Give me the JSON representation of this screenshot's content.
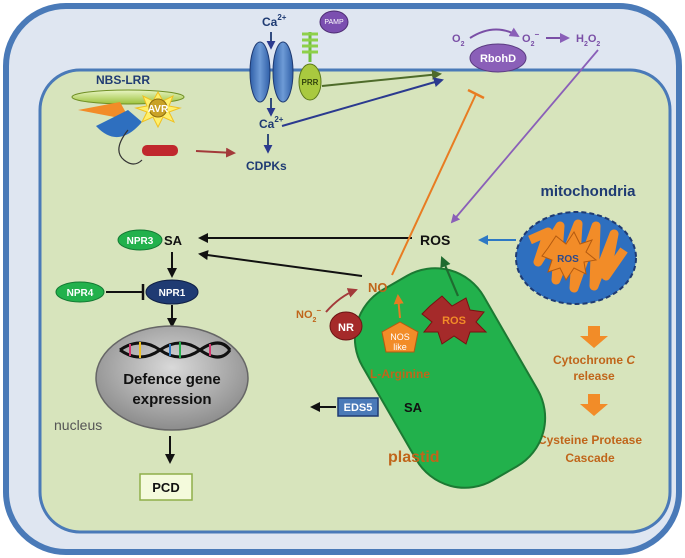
{
  "labels": {
    "ca_top_base": "Ca",
    "ca_top_sup": "2+",
    "pamp": "PAMP",
    "prr": "PRR",
    "ca_mid_base": "Ca",
    "ca_mid_sup": "2+",
    "cdpks": "CDPKs",
    "nbs_lrr": "NBS-LRR",
    "avr": "AVR",
    "o2": "O",
    "o2_sub": "2",
    "o2r": "O",
    "o2r_sub": "2",
    "o2r_sup": "−",
    "h2o2_a": "H",
    "h2o2_sub1": "2",
    "h2o2_b": "O",
    "h2o2_sub2": "2",
    "rbohd": "RbohD",
    "mitochondria": "mitochondria",
    "mito_ros": "ROS",
    "ros": "ROS",
    "npr3": "NPR3",
    "sa_top": "SA",
    "npr4": "NPR4",
    "npr1": "NPR1",
    "no": "NO",
    "no2": "NO",
    "no2_sub": "2",
    "no2_sup": "−",
    "nr": "NR",
    "nos_line1": "NOS",
    "nos_line2": "like",
    "plastid_ros": "ROS",
    "l_arginine": "L-Arginine",
    "eds5": "EDS5",
    "sa_plastid": "SA",
    "plastid": "plastid",
    "defence_line1": "Defence gene",
    "defence_line2": "expression",
    "nucleus": "nucleus",
    "pcd": "PCD",
    "cyto_line1": "Cytochrome",
    "cyto_c": "C",
    "cyto_line2": "release",
    "cascade_line1": "Cysteine Protease",
    "cascade_line2": "Cascade"
  },
  "colors": {
    "cell_wall": "#4a7ab8",
    "cell_outer": "#dfe6f1",
    "cytoplasm": "#d7e4bc",
    "navy": "#1f3b73",
    "orange_text": "#c0651a",
    "plastid_green": "#22b14c",
    "purple": "#7a4fa6",
    "dark_red": "#9b1c1c"
  }
}
